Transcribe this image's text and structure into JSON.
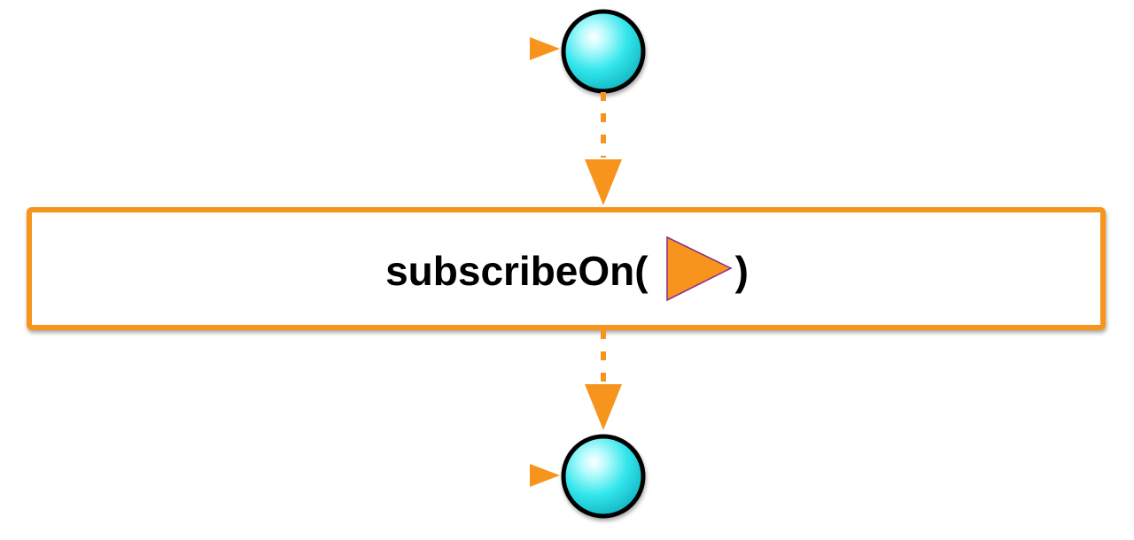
{
  "diagram": {
    "operator": {
      "prefix": "subscribeOn(",
      "suffix": ")",
      "scheduler_icon": "scheduler-triangle-icon"
    },
    "source_timeline": {
      "items": [
        {
          "shape": "circle",
          "icon": "marble-icon"
        }
      ]
    },
    "result_timeline": {
      "items": [
        {
          "shape": "circle",
          "icon": "marble-icon"
        }
      ]
    },
    "colors": {
      "timeline": "#f7941d",
      "marble_fill": "#33e6ec",
      "marble_stroke": "#000000",
      "operator_border": "#f7941d",
      "operator_fill": "#ffffff",
      "scheduler_fill": "#f7941d",
      "scheduler_stroke": "#8a2a8c",
      "text": "#000000"
    }
  }
}
